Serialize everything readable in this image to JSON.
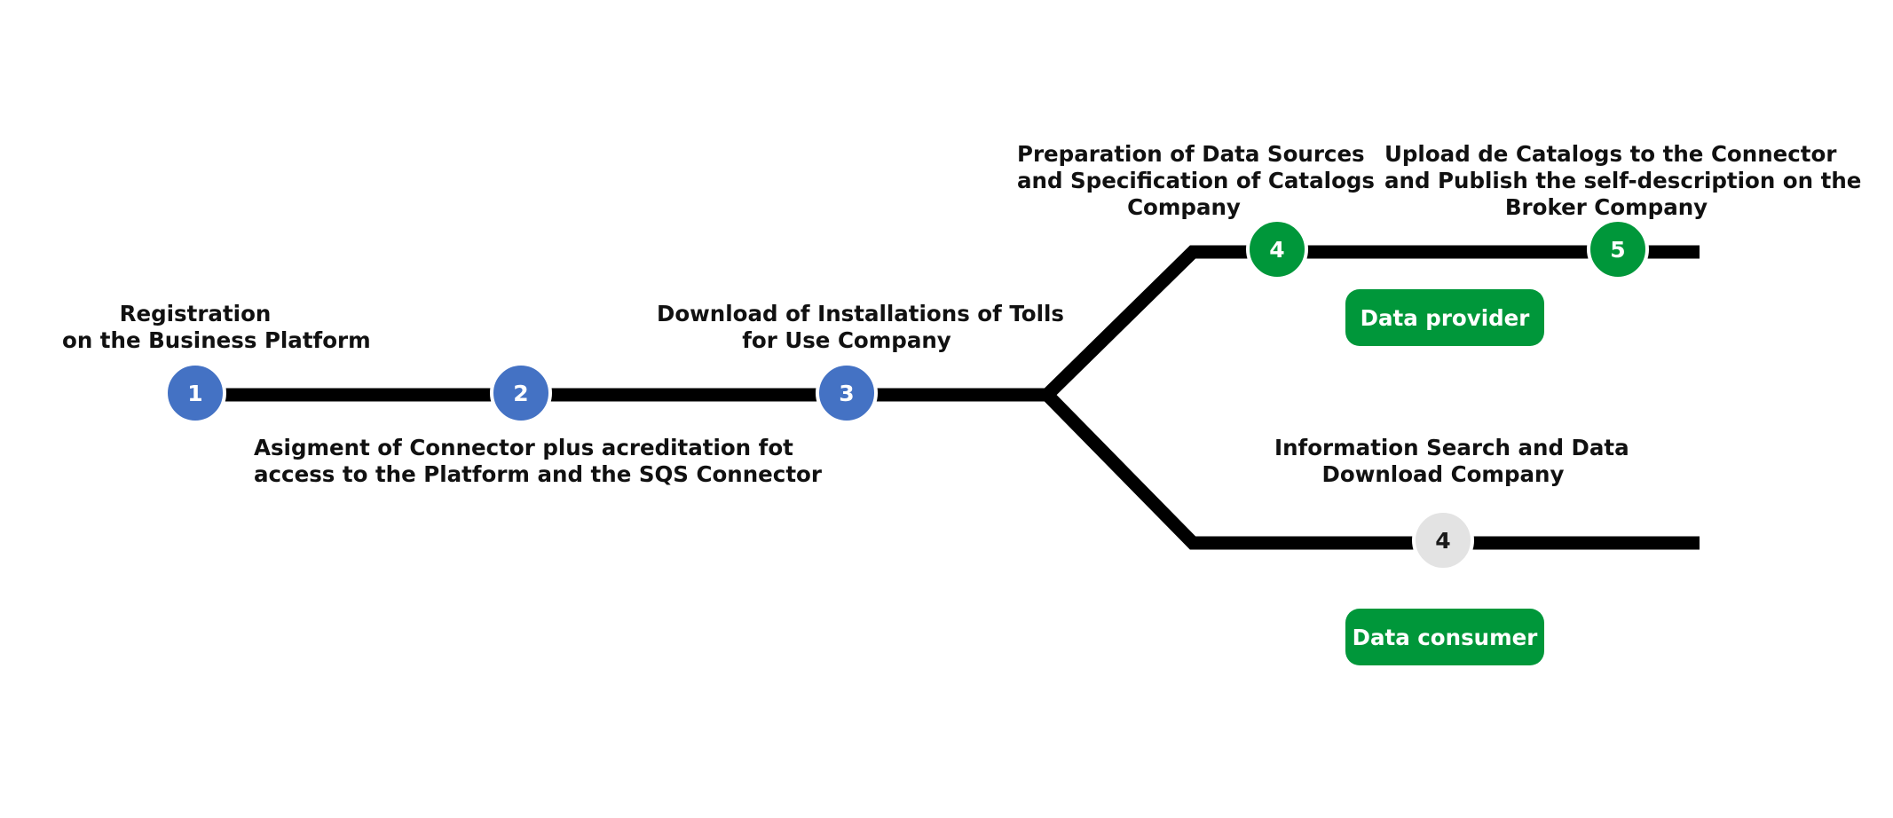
{
  "steps": [
    {
      "number": "1",
      "status": "platform",
      "label_lines": [
        "Registration",
        "on the Business Platform"
      ]
    },
    {
      "number": "2",
      "status": "platform",
      "label_lines": [
        "Asigment of Connector plus acreditation fot",
        "access to the Platform and the SQS Connector"
      ]
    },
    {
      "number": "3",
      "status": "platform",
      "label_lines": [
        "Download of Installations of Tolls",
        "for Use Company"
      ]
    },
    {
      "number": "4",
      "status": "provider",
      "label_lines": [
        "Preparation of Data Sources",
        "and Specification of Catalogs",
        "Company"
      ]
    },
    {
      "number": "5",
      "status": "provider",
      "label_lines": [
        "Upload de Catalogs to the Connector",
        "and Publish the self-description on the",
        "Broker Company"
      ]
    },
    {
      "number": "4",
      "status": "consumer",
      "label_lines": [
        "Information Search and Data",
        "Download Company"
      ]
    }
  ],
  "roles": {
    "provider": "Data provider",
    "consumer": "Data consumer"
  },
  "colors": {
    "line": "#000000",
    "platform_step": "#4472C4",
    "provider_step": "#00973A",
    "consumer_step": "#E3E3E3",
    "consumer_step_text": "#1A1A1A",
    "pill": "#00973A",
    "circle_outline": "#FFFFFF"
  }
}
